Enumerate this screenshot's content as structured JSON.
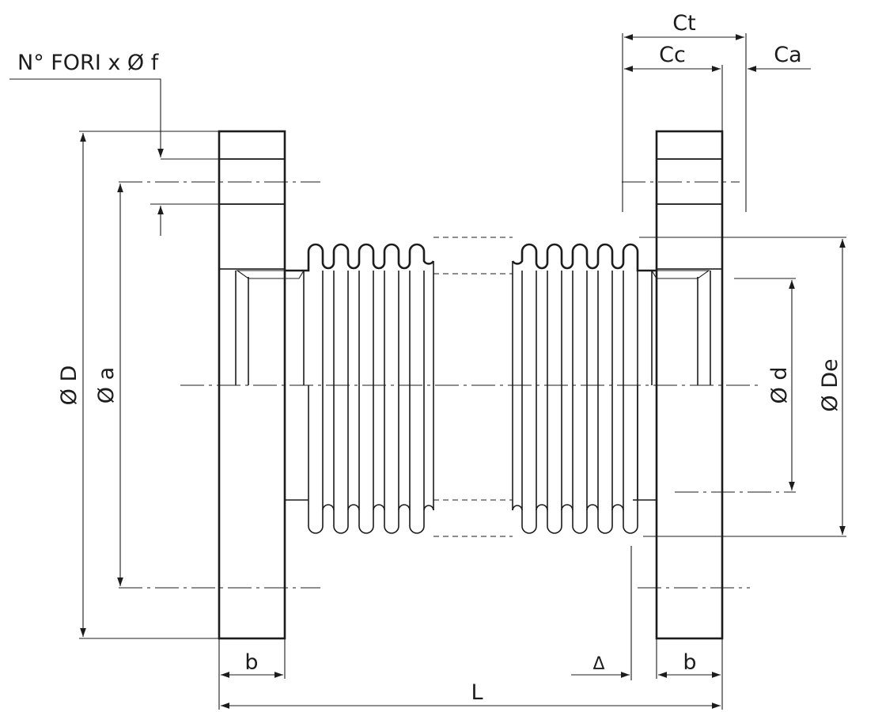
{
  "labels": {
    "holes": "N° FORI x Ø f",
    "outer_diameter": "Ø D",
    "bolt_circle": "Ø a",
    "inner_diameter": "Ø d",
    "bellows_diameter": "Ø De",
    "flange_thickness_left": "b",
    "flange_thickness_right": "b",
    "total_length": "L",
    "delta": "Δ",
    "ct": "Ct",
    "cc": "Cc",
    "ca": "Ca"
  },
  "colors": {
    "line": "#1c1c1c",
    "background": "#ffffff"
  }
}
